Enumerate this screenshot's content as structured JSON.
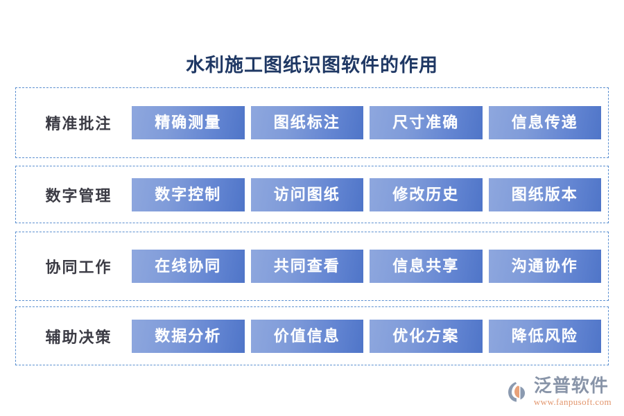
{
  "header": {
    "title": "水利施工图纸识图软件的作用",
    "title_color": "#1f3864"
  },
  "theme": {
    "chip_gradient_start": "#8ea7de",
    "chip_gradient_end": "#4f75c8",
    "dashed_border_color": "#5a8fd0",
    "label_color": "#3b3b44",
    "chip_text_color": "#ffffff"
  },
  "rows": [
    {
      "label": "精准批注",
      "chips": [
        {
          "label": "精确测量"
        },
        {
          "label": "图纸标注"
        },
        {
          "label": "尺寸准确"
        },
        {
          "label": "信息传递"
        }
      ]
    },
    {
      "label": "数字管理",
      "chips": [
        {
          "label": "数字控制"
        },
        {
          "label": "访问图纸"
        },
        {
          "label": "修改历史"
        },
        {
          "label": "图纸版本"
        }
      ]
    },
    {
      "label": "协同工作",
      "chips": [
        {
          "label": "在线协同"
        },
        {
          "label": "共同查看"
        },
        {
          "label": "信息共享"
        },
        {
          "label": "沟通协作"
        }
      ]
    },
    {
      "label": "辅助决策",
      "chips": [
        {
          "label": "数据分析"
        },
        {
          "label": "价值信息"
        },
        {
          "label": "优化方案"
        },
        {
          "label": "降低风险"
        }
      ]
    }
  ],
  "logo": {
    "name": "泛普软件",
    "url": "www.fanpusoft.com",
    "mark_icon": "fanpu-logo-icon",
    "name_color": "#8894a8",
    "url_color": "#e2956c"
  }
}
